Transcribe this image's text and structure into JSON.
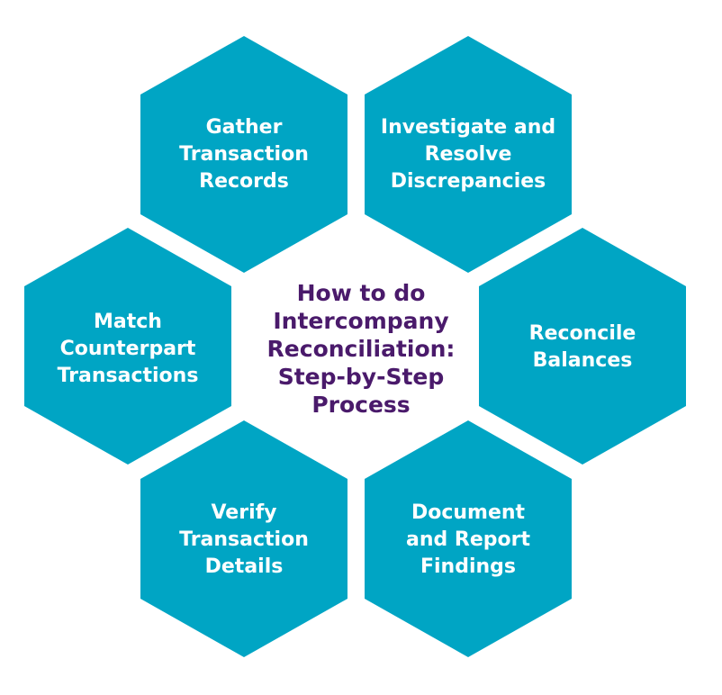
{
  "colors": {
    "hex_fill": "#00a5c4",
    "title": "#4a1a6b",
    "background": "#ffffff"
  },
  "title": {
    "lines": [
      "How to do",
      "Intercompany",
      "Reconciliation:",
      "Step-by-Step",
      "Process"
    ]
  },
  "steps": [
    {
      "id": "gather",
      "lines": [
        "Gather",
        "Transaction",
        "Records"
      ]
    },
    {
      "id": "investigate",
      "lines": [
        "Investigate and",
        "Resolve",
        "Discrepancies"
      ]
    },
    {
      "id": "match",
      "lines": [
        "Match",
        "Counterpart",
        "Transactions"
      ]
    },
    {
      "id": "reconcile",
      "lines": [
        "Reconcile",
        "Balances"
      ]
    },
    {
      "id": "verify",
      "lines": [
        "Verify",
        "Transaction",
        "Details"
      ]
    },
    {
      "id": "document",
      "lines": [
        "Document",
        "and Report",
        "Findings"
      ]
    }
  ]
}
